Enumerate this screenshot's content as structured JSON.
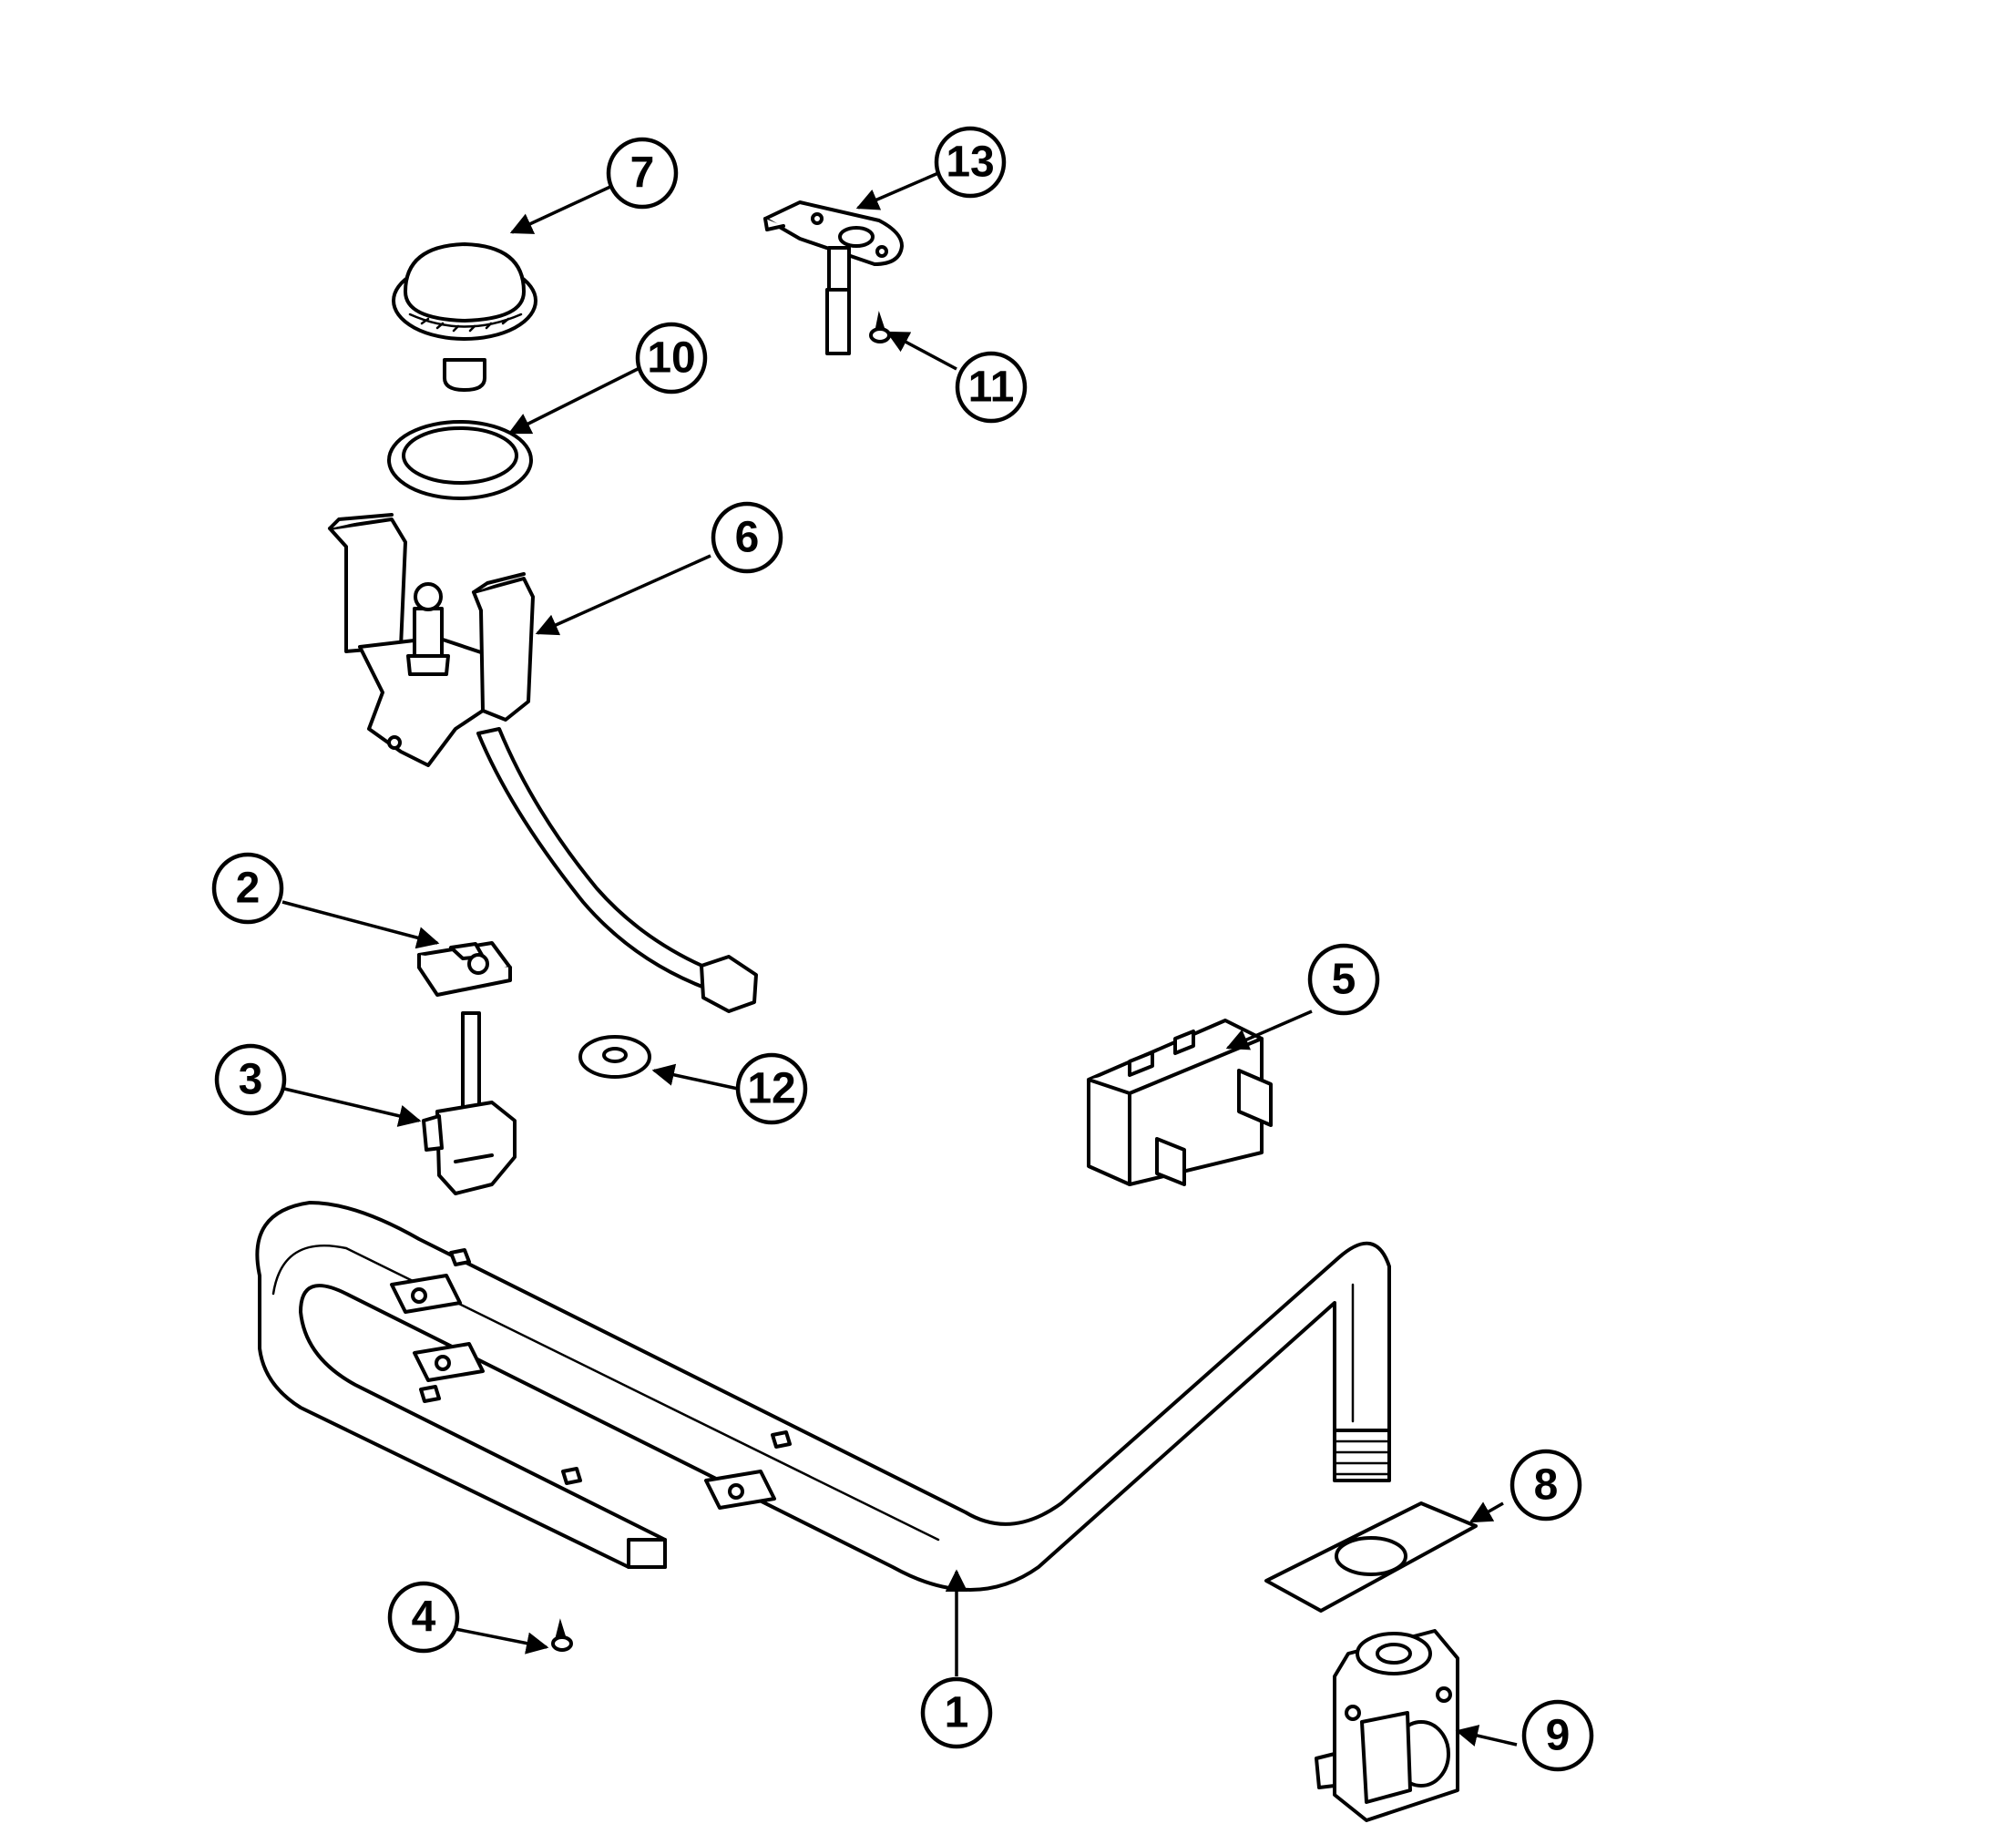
{
  "callouts": [
    {
      "id": "1"
    },
    {
      "id": "2"
    },
    {
      "id": "3"
    },
    {
      "id": "4"
    },
    {
      "id": "5"
    },
    {
      "id": "6"
    },
    {
      "id": "7"
    },
    {
      "id": "8"
    },
    {
      "id": "9"
    },
    {
      "id": "10"
    },
    {
      "id": "11"
    },
    {
      "id": "12"
    },
    {
      "id": "13"
    }
  ],
  "colors": {
    "line": "#000000",
    "background": "#ffffff"
  }
}
